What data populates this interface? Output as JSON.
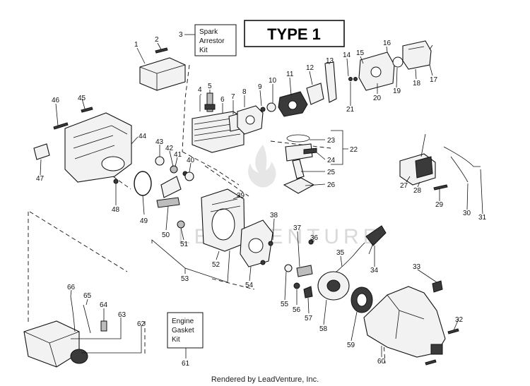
{
  "title": "TYPE 1",
  "footer": "Rendered by LeadVenture, Inc.",
  "watermark": "LEADVENTURE",
  "kits": {
    "spark_arrestor": [
      "Spark",
      "Arrestor",
      "Kit"
    ],
    "engine_gasket": [
      "Engine",
      "Gasket",
      "Kit"
    ]
  },
  "part_numbers": [
    "1",
    "2",
    "3",
    "4",
    "5",
    "6",
    "7",
    "8",
    "9",
    "10",
    "11",
    "12",
    "13",
    "14",
    "15",
    "16",
    "17",
    "18",
    "19",
    "20",
    "21",
    "22",
    "23",
    "24",
    "25",
    "26",
    "27",
    "28",
    "29",
    "30",
    "31",
    "32",
    "33",
    "34",
    "35",
    "36",
    "37",
    "38",
    "39",
    "40",
    "41",
    "42",
    "43",
    "44",
    "45",
    "46",
    "47",
    "48",
    "49",
    "50",
    "51",
    "52",
    "53",
    "54",
    "55",
    "56",
    "57",
    "58",
    "59",
    "60",
    "61",
    "62",
    "63",
    "64",
    "65",
    "66"
  ]
}
